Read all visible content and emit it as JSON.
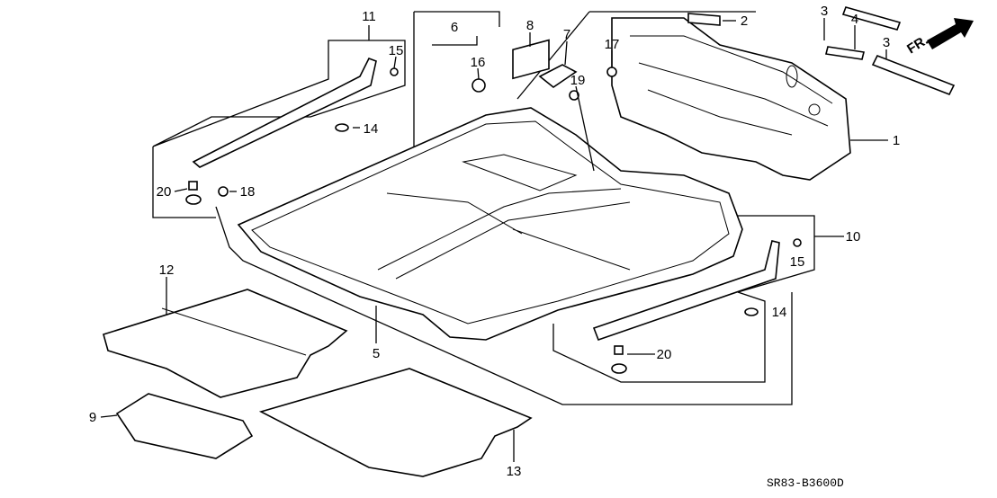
{
  "diagram": {
    "callouts": [
      "11",
      "15",
      "14",
      "20",
      "18",
      "6",
      "16",
      "8",
      "7",
      "19",
      "17",
      "2",
      "3",
      "4",
      "3",
      "1",
      "10",
      "15",
      "14",
      "20",
      "12",
      "5",
      "9",
      "13"
    ],
    "direction_label": "FR.",
    "diagram_code": "SR83-B3600D",
    "icons": [
      "front-direction-arrow-icon"
    ]
  }
}
